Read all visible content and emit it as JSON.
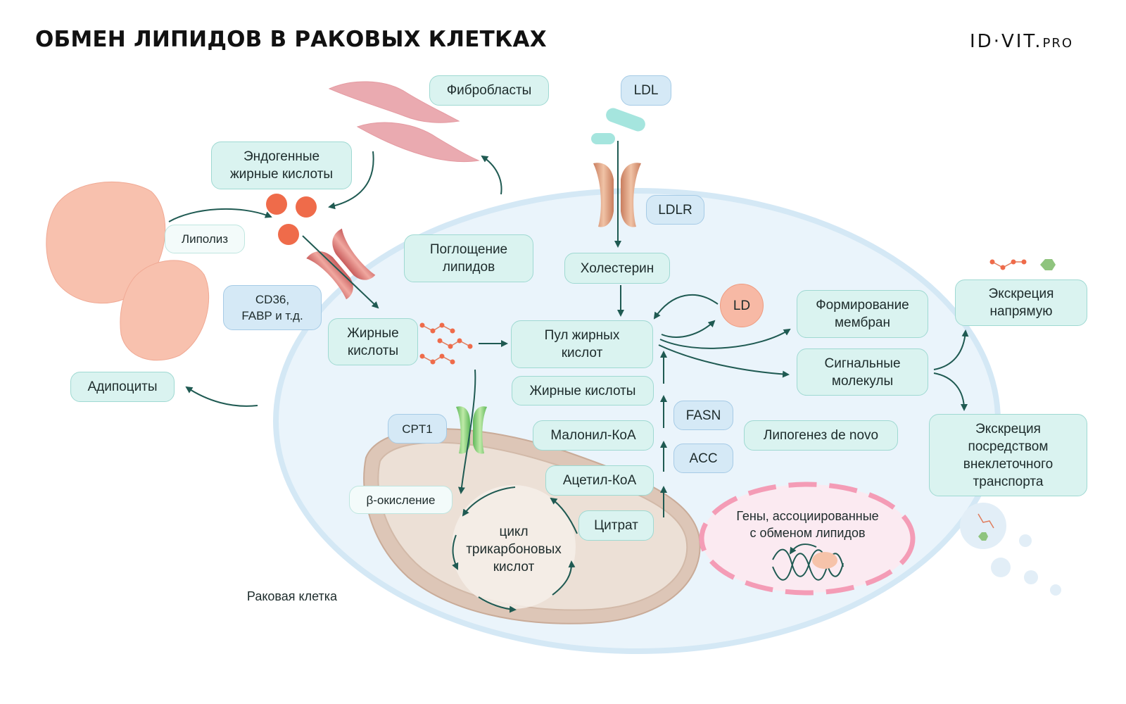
{
  "header": {
    "title": "ОБМЕН ЛИПИДОВ В РАКОВЫХ КЛЕТКАХ",
    "logo_main": "ID·VIT.",
    "logo_suffix": "PRO"
  },
  "colors": {
    "teal_box": "#daf3f0",
    "blue_box": "#d5e9f6",
    "arrow": "#1f5a52",
    "cell_fill": "#eaf4fb",
    "cell_stroke": "#d4e8f5",
    "salmon": "#f6b39e",
    "mitochondrion": "#d9bfae"
  },
  "labels": {
    "fibroblasts": "Фибробласты",
    "ldl": "LDL",
    "endogenous_fa": "Эндогенные\nжирные кислоты",
    "lipolysis": "Липолиз",
    "lipid_uptake": "Поглощение\nлипидов",
    "ldlr": "LDLR",
    "cholesterol": "Холестерин",
    "cd36": "CD36,\nFABP и т.д.",
    "fatty_acids_in": "Жирные\nкислоты",
    "fa_pool": "Пул жирных\nкислот",
    "ld": "LD",
    "membrane_formation": "Формирование\nмембран",
    "signaling_molecules": "Сигнальные\nмолекулы",
    "direct_excretion": "Экскреция\nнапрямую",
    "adipocytes": "Адипоциты",
    "fatty_acids_synth": "Жирные кислоты",
    "fasn": "FASN",
    "cpt1": "CPT1",
    "malonyl_coa": "Малонил-КоА",
    "lipogenesis": "Липогенез de novo",
    "acc": "ACC",
    "acetyl_coa": "Ацетил-КоА",
    "beta_oxidation": "β-окисление",
    "citrate": "Цитрат",
    "tca_cycle": "цикл\nтрикарбоновых\nкислот",
    "genes": "Гены, ассоциированные\nс обменом липидов",
    "vesicle_excretion": "Экскреция\nпосредством\nвнеклеточного\nтранспорта",
    "cancer_cell": "Раковая клетка"
  }
}
